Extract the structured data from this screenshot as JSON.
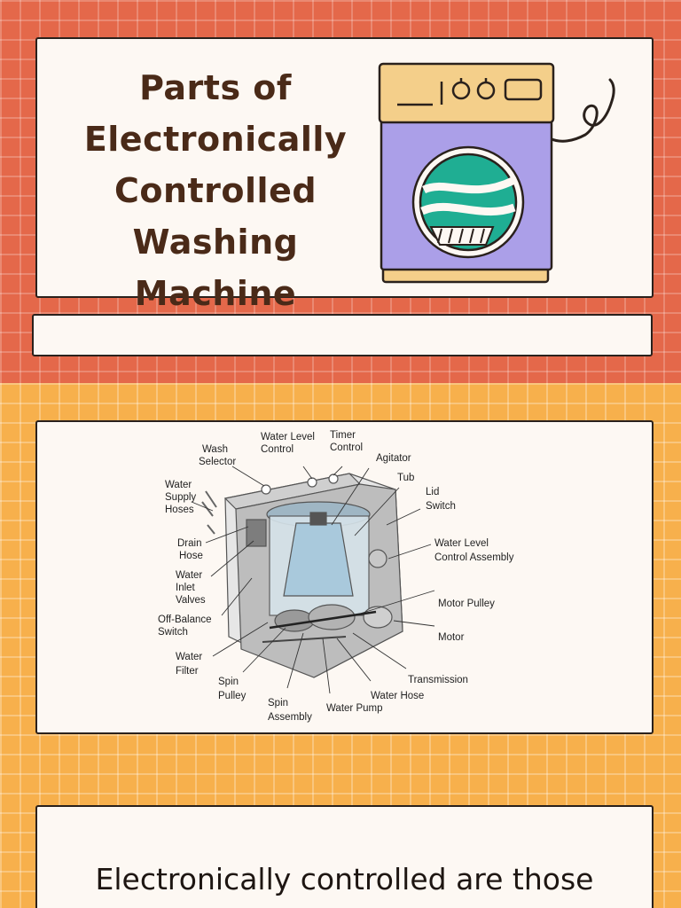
{
  "header": {
    "title_lines": [
      "Parts of",
      "Electronically",
      "Controlled",
      "Washing Machine"
    ]
  },
  "diagram": {
    "labels": {
      "wash_selector": [
        "Wash",
        "Selector"
      ],
      "water_level_control": [
        "Water Level",
        "Control"
      ],
      "timer_control": [
        "Timer",
        "Control"
      ],
      "agitator": "Agitator",
      "tub": "Tub",
      "lid_switch": [
        "Lid",
        "Switch"
      ],
      "water_supply_hoses": [
        "Water",
        "Supply",
        "Hoses"
      ],
      "drain_hose": [
        "Drain",
        "Hose"
      ],
      "water_inlet_valves": [
        "Water",
        "Inlet",
        "Valves"
      ],
      "off_balance_switch": [
        "Off-Balance",
        "Switch"
      ],
      "water_filter": [
        "Water",
        "Filter"
      ],
      "spin_pulley": [
        "Spin",
        "Pulley"
      ],
      "spin_assembly": [
        "Spin",
        "Assembly"
      ],
      "water_pump": "Water Pump",
      "water_hose": "Water Hose",
      "transmission": "Transmission",
      "motor": "Motor",
      "motor_pulley": "Motor Pulley",
      "water_level_control_assembly": [
        "Water Level",
        "Control Assembly"
      ]
    }
  },
  "body": {
    "text": "Electronically controlled are those"
  },
  "colors": {
    "top_background": "#e4684a",
    "bottom_background": "#f7b04c",
    "card": "#fdf8f3",
    "title_text": "#4a2a18",
    "washer_body": "#ab9fe8",
    "washer_top": "#f4cf8a",
    "washer_laundry": "#1fae93"
  }
}
